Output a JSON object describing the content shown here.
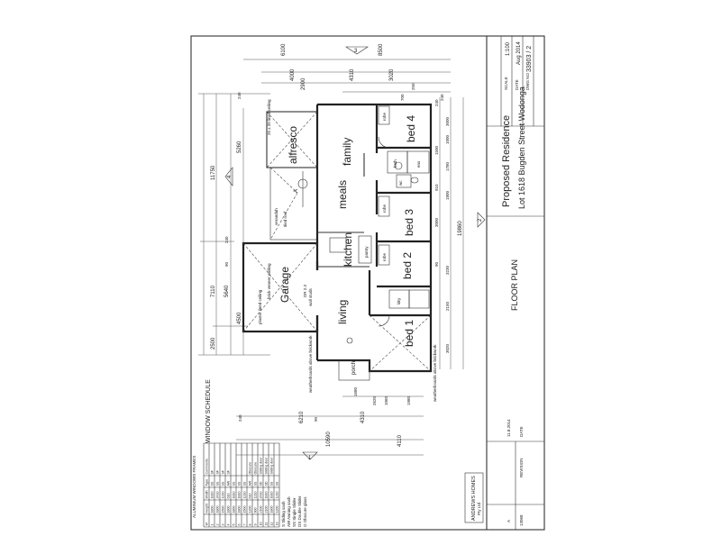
{
  "title_block": {
    "scale_label": "SCALE",
    "scale_value": "1:100",
    "date_label": "DATE",
    "date_value": "Aug 2014",
    "dwg_label": "DWG NO",
    "dwg_value": "33903 / 2",
    "project_title": "Proposed Residence",
    "project_address": "Lot 1618 Bugden Street Wodonga",
    "sheet_name": "FLOOR PLAN"
  },
  "company": {
    "name": "ANDREWS HOMES",
    "sub": "Pty Ltd"
  },
  "revision": {
    "date_label": "DATE",
    "date_value": "11.8.2014",
    "revision_label": "REVISION",
    "id": "A",
    "ref": "13068"
  },
  "rooms": {
    "alfresco": "alfresco",
    "family": "family",
    "meals": "meals",
    "kitchen": "kitchen",
    "garage": "Garage",
    "living": "living",
    "bed1": "bed 1",
    "bed2": "bed 2",
    "bed3": "bed 3",
    "bed4": "bed 4",
    "porch": "porch",
    "robe": "robe",
    "wc": "wc",
    "ens": "ens",
    "ldry": "ldry",
    "bath": "bath",
    "pantry": "pantry"
  },
  "markers": {
    "section_a": "A",
    "elev_2": "2",
    "elev_3": "3",
    "elev_4": "4",
    "elev_1": "1"
  },
  "window_schedule": {
    "heading": "WINDOW SCHEDULE",
    "frames_note": "ALUMINIUM WINDOWS FRAMES",
    "columns": [
      "W",
      "Height",
      "Width",
      "Type",
      "Comments"
    ],
    "rows": [
      [
        "1",
        "1800",
        "1810",
        "SS",
        "SF"
      ],
      [
        "2",
        "1800",
        "2410",
        "SS",
        "SF"
      ],
      [
        "3",
        "1500",
        "1210",
        "SS",
        "SF"
      ],
      [
        "4",
        "1800",
        "610",
        "AW",
        "SF"
      ],
      [
        "5",
        "1800",
        "1810",
        "SS",
        ""
      ],
      [
        "6",
        "1800",
        "1810",
        "SS",
        ""
      ],
      [
        "7",
        "1500",
        "1210",
        "SS",
        ""
      ],
      [
        "8",
        "1200",
        "610",
        "AW",
        "Obscure"
      ],
      [
        "9",
        "900",
        "1210",
        "SS",
        "Obscure"
      ],
      [
        "10",
        "2100",
        "2410",
        "SD",
        "Sliding door"
      ],
      [
        "11",
        "2100",
        "1810",
        "SD",
        "Sliding door"
      ],
      [
        "12",
        "1800",
        "1810",
        "SS",
        "Sliding door"
      ],
      [
        "13",
        "1200",
        "1210",
        "SS",
        ""
      ]
    ],
    "legend": [
      "S  Sliding sash",
      "AW  Awning sash",
      "SS  Single Slider",
      "DS  Double Slider",
      "O  Obscure glass"
    ]
  },
  "notes": {
    "weatherboards_1": "weatherboards above brickwork",
    "weatherboards_2": "weatherboards above brickwork",
    "garage_wall": "brick veneer walling",
    "garage_ceiling": "plaster lined ceiling",
    "tile_roof": "tiled roof",
    "verandah": "verandah",
    "alfresco_ceiling": "25 x 20 lined ceiling",
    "wall_note": "wall studs",
    "garage_door": "DR 2.3"
  },
  "dims": {
    "top_total": "10590",
    "top_a": "6210",
    "top_b": "4310",
    "top_c": "2620",
    "top_d": "1680",
    "top_e": "1060",
    "top_f": "1980",
    "top_g": "4110",
    "left_total": "19860",
    "left_a": "2500",
    "left_b": "7110",
    "left_c": "11750",
    "left_d": "4500",
    "left_e": "5640",
    "left_f": "5260",
    "right_a": "6100",
    "right_b": "8500",
    "right_c": "4000",
    "right_d": "4310",
    "right_e": "3020",
    "right_f": "2900",
    "bot_a": "3020",
    "bot_b": "2150",
    "bot_c": "3230",
    "bot_d": "3000",
    "bot_e": "1800",
    "bot_f": "1780",
    "bot_g": "1000",
    "bot_h": "3000",
    "bot_i": "19860",
    "dim_240": "240",
    "dim_90": "90",
    "dim_250": "250",
    "dim_700": "700",
    "dim_1000": "1000",
    "dim_1500": "1500",
    "dim_910": "910"
  }
}
